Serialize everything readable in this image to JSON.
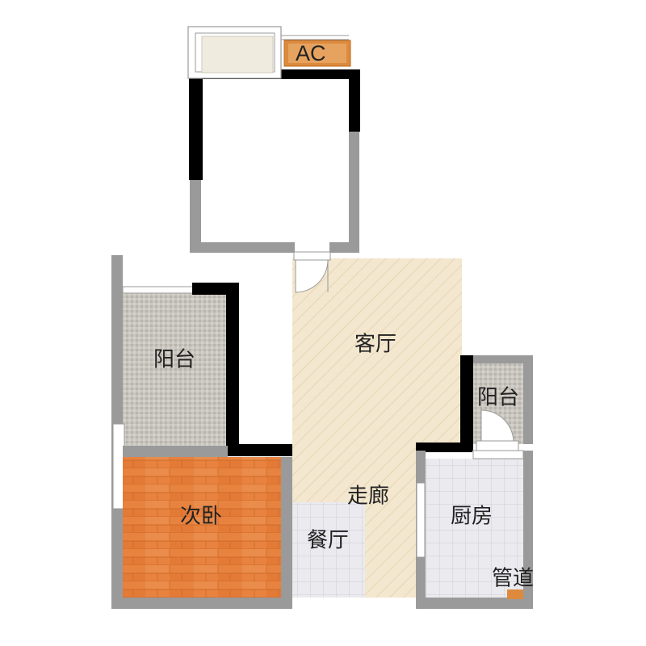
{
  "floor_plan": {
    "rooms": {
      "living_room": "客厅",
      "balcony_left": "阳台",
      "balcony_right": "阳台",
      "second_bedroom": "次卧",
      "corridor": "走廊",
      "dining_room": "餐厅",
      "kitchen": "厨房",
      "pipe_shaft": "管道",
      "air_conditioner": "AC"
    },
    "colors": {
      "wall": "#000000",
      "partition": "#9a9a9a",
      "living_floor": "#f3e7cf",
      "bedroom_floor": "#e98b47",
      "balcony_floor": "#c8c4be",
      "tile_floor": "#e9e9ee",
      "ac_unit": "#dd8a3c",
      "outdoor_box": "#efecdf"
    }
  }
}
